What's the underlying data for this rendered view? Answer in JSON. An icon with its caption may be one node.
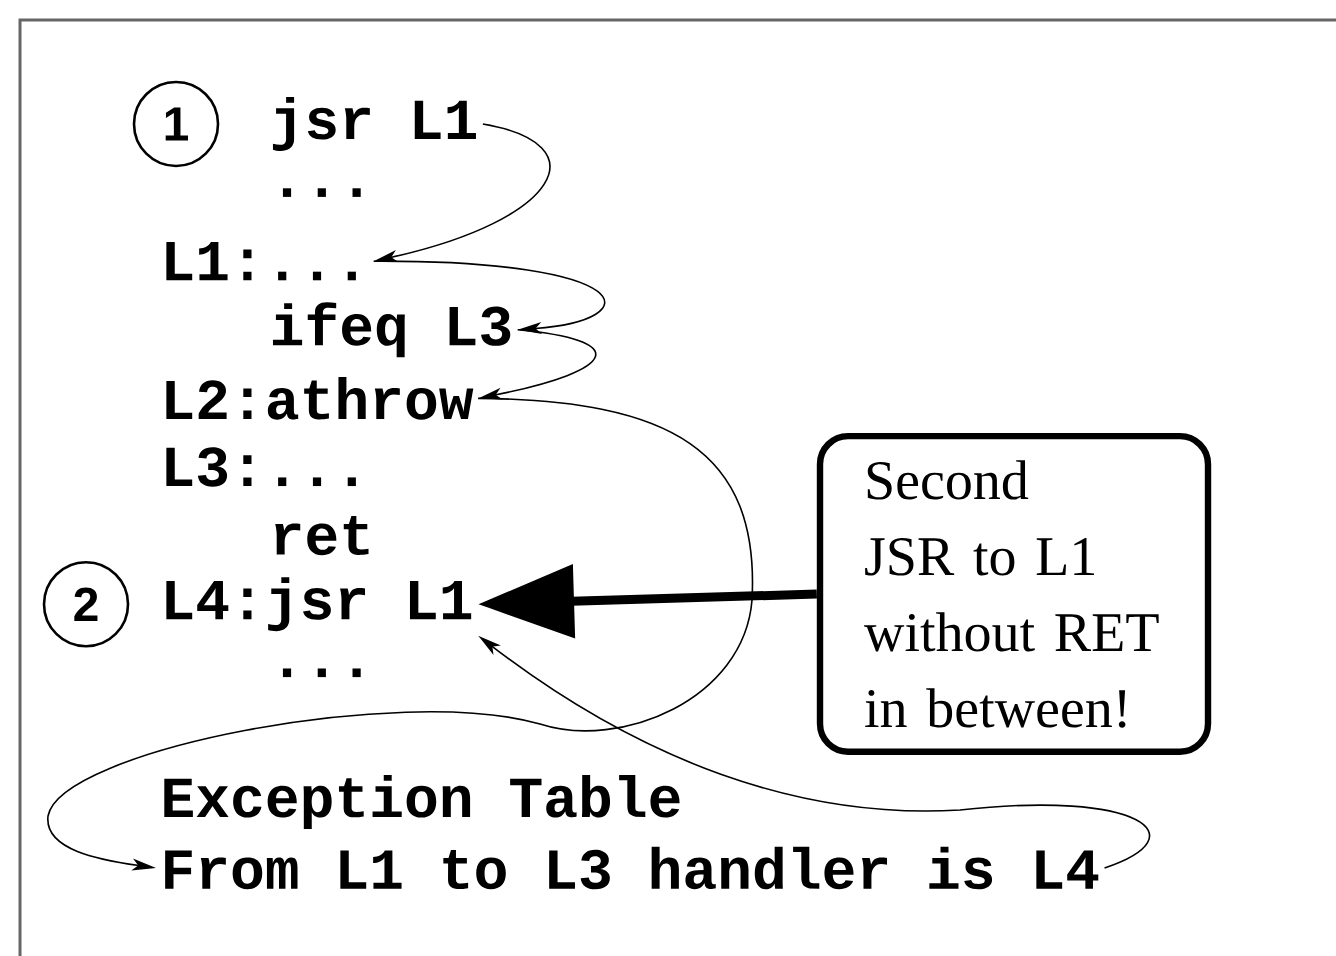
{
  "diagram": {
    "nodes": [
      {
        "text": [
          "1"
        ]
      },
      {
        "text": [
          "jsr L1"
        ]
      },
      {
        "text": [
          "L1:..."
        ]
      },
      {
        "text": [
          "ifeq L3"
        ]
      },
      {
        "text": [
          "L2:athrow"
        ]
      },
      {
        "text": [
          "2"
        ]
      },
      {
        "text": [
          "L4:jsr L1"
        ]
      },
      {
        "text": [
          "From L1 to L3 handler is L4"
        ]
      },
      {
        "text": [
          "Second JSR to L1 without RET in between!"
        ]
      }
    ],
    "edges": [
      {
        "from": 1,
        "to": 2,
        "arrow": "to"
      },
      {
        "from": 2,
        "to": 3,
        "arrow": "to"
      },
      {
        "from": 3,
        "to": 4,
        "arrow": "to"
      },
      {
        "from": 4,
        "to": 7,
        "arrow": "to"
      },
      {
        "from": 7,
        "to": 6,
        "arrow": "to"
      },
      {
        "from": 8,
        "to": 6,
        "arrow": "to",
        "style": "thick"
      }
    ],
    "labels": [
      "...",
      "L3:...",
      "ret",
      "...",
      "Exception Table"
    ]
  }
}
